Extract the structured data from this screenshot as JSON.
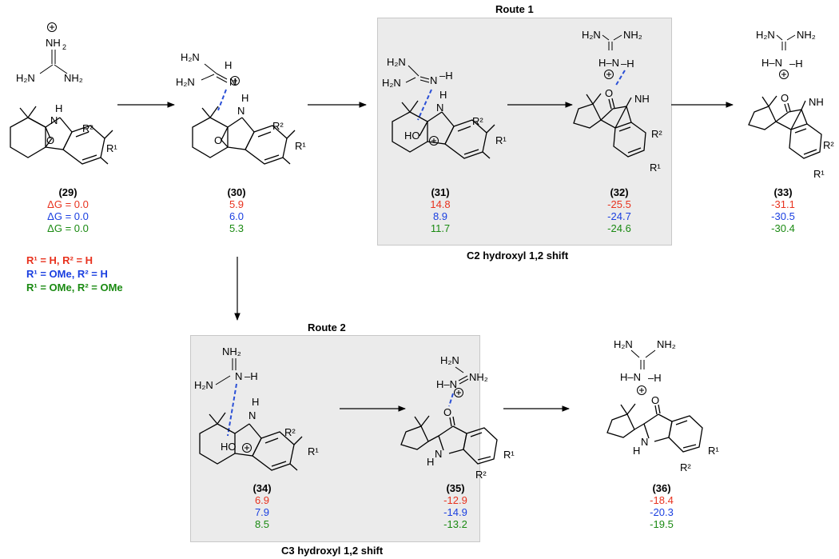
{
  "routes": {
    "route1": {
      "title": "Route 1",
      "caption": "C2 hydroxyl 1,2 shift"
    },
    "route2": {
      "title": "Route 2",
      "caption": "C3 hydroxyl 1,2 shift"
    }
  },
  "colors": {
    "series_a": "#e8321e",
    "series_b": "#1a3fe0",
    "series_c": "#1a8a12",
    "hbond": "#2a4fd6",
    "box": "#ebebeb"
  },
  "legend": [
    {
      "r1": "H",
      "r2": "H",
      "text": "R¹ = H, R² = H"
    },
    {
      "r1": "OMe",
      "r2": "H",
      "text": "R¹ = OMe, R² = H"
    },
    {
      "r1": "OMe",
      "r2": "OMe",
      "text": "R¹ = OMe, R² = OMe"
    }
  ],
  "compounds": [
    {
      "id": "(29)",
      "values": [
        "ΔG = 0.0",
        "ΔG = 0.0",
        "ΔG = 0.0"
      ]
    },
    {
      "id": "(30)",
      "values": [
        "5.9",
        "6.0",
        "5.3"
      ]
    },
    {
      "id": "(31)",
      "values": [
        "14.8",
        "8.9",
        "11.7"
      ]
    },
    {
      "id": "(32)",
      "values": [
        "-25.5",
        "-24.7",
        "-24.6"
      ]
    },
    {
      "id": "(33)",
      "values": [
        "-31.1",
        "-30.5",
        "-30.4"
      ]
    },
    {
      "id": "(34)",
      "values": [
        "6.9",
        "7.9",
        "8.5"
      ]
    },
    {
      "id": "(35)",
      "values": [
        "-12.9",
        "-14.9",
        "-13.2"
      ]
    },
    {
      "id": "(36)",
      "values": [
        "-18.4",
        "-20.3",
        "-19.5"
      ]
    }
  ],
  "atoms": {
    "nh2": "NH₂",
    "h2n": "H₂N",
    "nh": "NH",
    "h": "H",
    "n": "N",
    "o": "O",
    "ho": "HO",
    "r1": "R¹",
    "r2": "R²",
    "plus": "+",
    "hn": "H–N",
    "h2plus": "H"
  }
}
